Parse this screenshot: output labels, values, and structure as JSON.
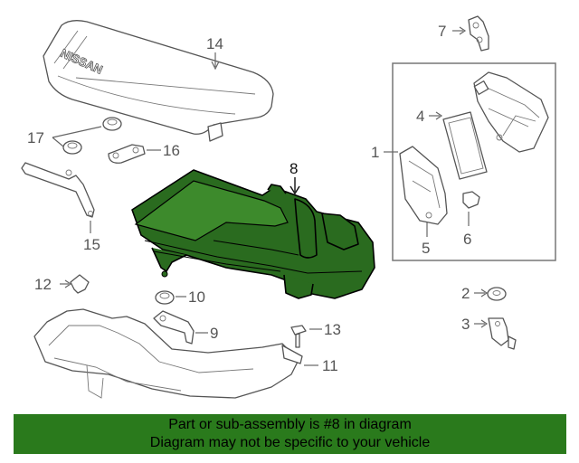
{
  "diagram": {
    "callouts": [
      {
        "id": "1",
        "label": "1"
      },
      {
        "id": "2",
        "label": "2"
      },
      {
        "id": "3",
        "label": "3"
      },
      {
        "id": "4",
        "label": "4"
      },
      {
        "id": "5",
        "label": "5"
      },
      {
        "id": "6",
        "label": "6"
      },
      {
        "id": "7",
        "label": "7"
      },
      {
        "id": "8",
        "label": "8"
      },
      {
        "id": "9",
        "label": "9"
      },
      {
        "id": "10",
        "label": "10"
      },
      {
        "id": "11",
        "label": "11"
      },
      {
        "id": "12",
        "label": "12"
      },
      {
        "id": "13",
        "label": "13"
      },
      {
        "id": "14",
        "label": "14"
      },
      {
        "id": "15",
        "label": "15"
      },
      {
        "id": "16",
        "label": "16"
      },
      {
        "id": "17",
        "label": "17"
      }
    ],
    "cover_logo_text": "NISSAN",
    "highlight_color": "#2a6b1f",
    "highlighted_part": "8"
  },
  "footer": {
    "line1": "Part or sub-assembly is #8 in diagram",
    "line2": "Diagram may not be specific to your vehicle",
    "background_color": "#2a7a1c"
  }
}
